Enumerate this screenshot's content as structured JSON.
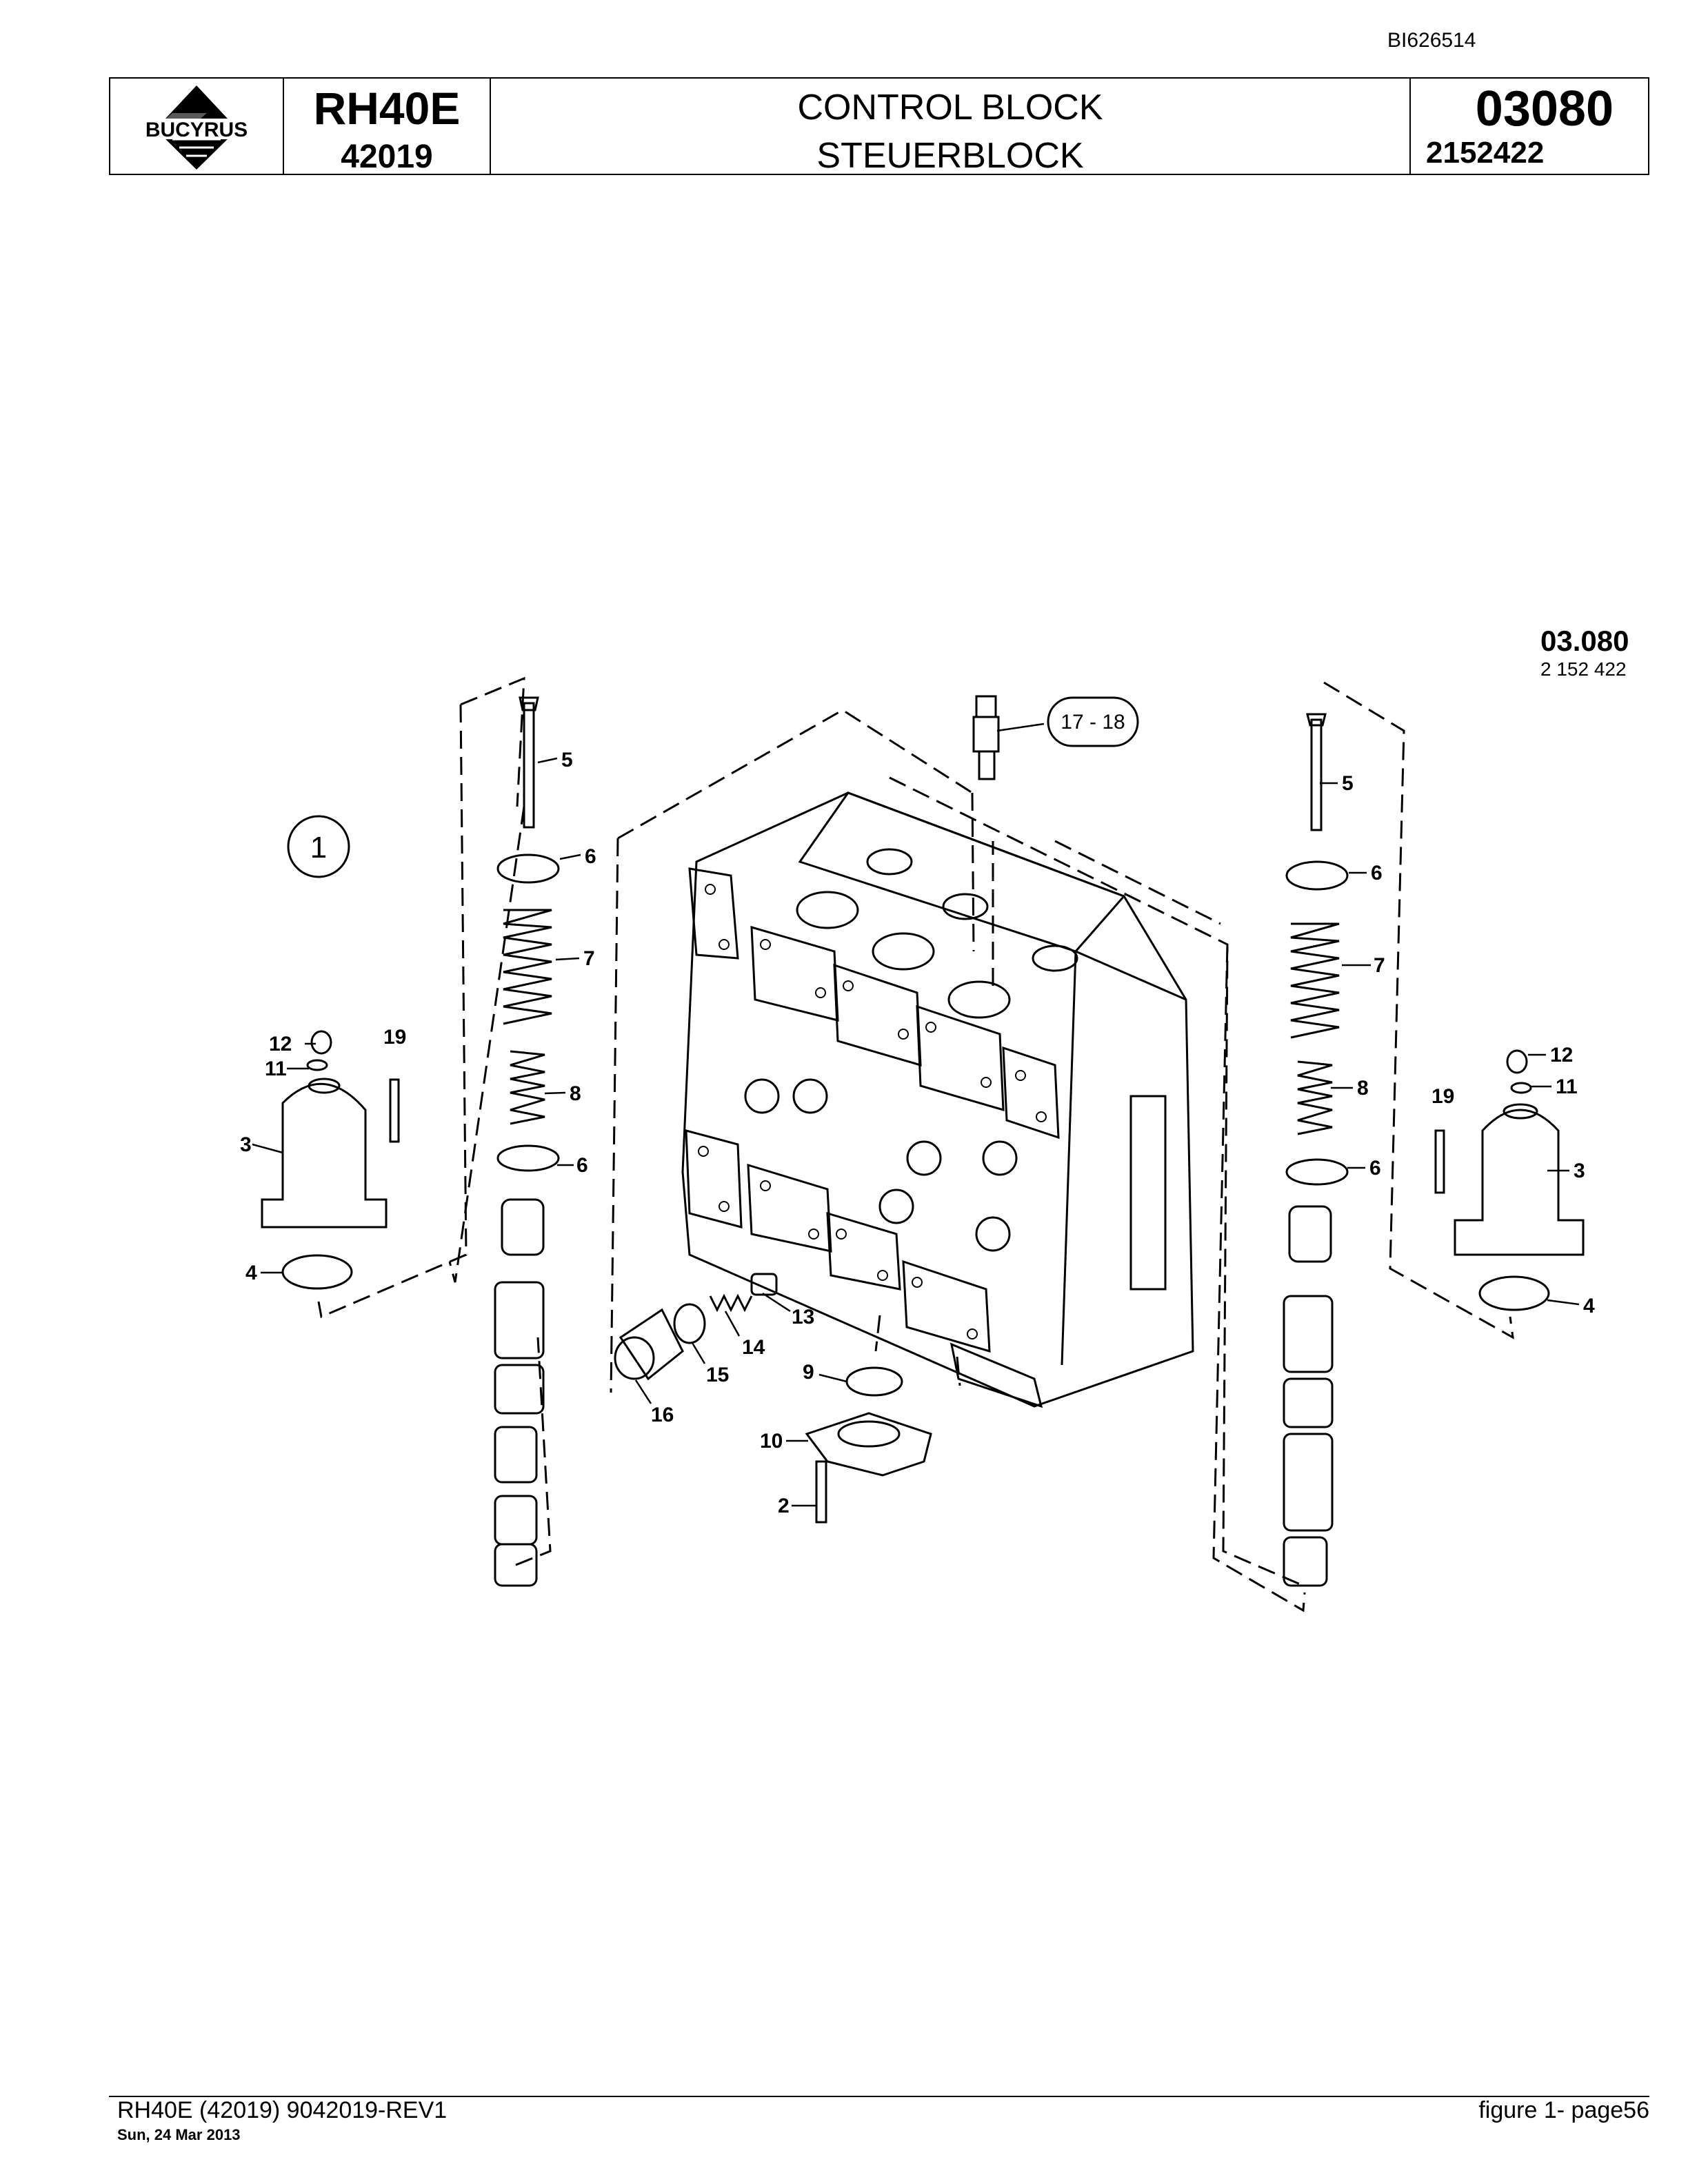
{
  "document": {
    "doc_id": "BI626514"
  },
  "header": {
    "logo_text": "BUCYRUS",
    "model": "RH40E",
    "serial": "42019",
    "title_en": "CONTROL BLOCK",
    "title_de": "STEUERBLOCK",
    "section_number": "03080",
    "part_number": "2152422"
  },
  "drawing": {
    "ref_code": "03.080",
    "ref_part": "2  152  422",
    "figure_marker": "1",
    "callouts": {
      "c1": "17 - 18",
      "c2": "5",
      "c3": "6",
      "c4": "7",
      "c5": "8",
      "c6": "6",
      "c7": "12",
      "c8": "11",
      "c9": "19",
      "c10": "3",
      "c11": "4",
      "c12": "5",
      "c13": "6",
      "c14": "7",
      "c15": "8",
      "c16": "6",
      "c17": "12",
      "c18": "11",
      "c19": "19",
      "c20": "3",
      "c21": "4",
      "c22": "13",
      "c23": "14",
      "c24": "15",
      "c25": "16",
      "c26": "9",
      "c27": "10",
      "c28": "2"
    }
  },
  "footer": {
    "left": "RH40E (42019) 9042019-REV1",
    "date": "Sun, 24 Mar 2013",
    "right": "figure  1- page56"
  }
}
